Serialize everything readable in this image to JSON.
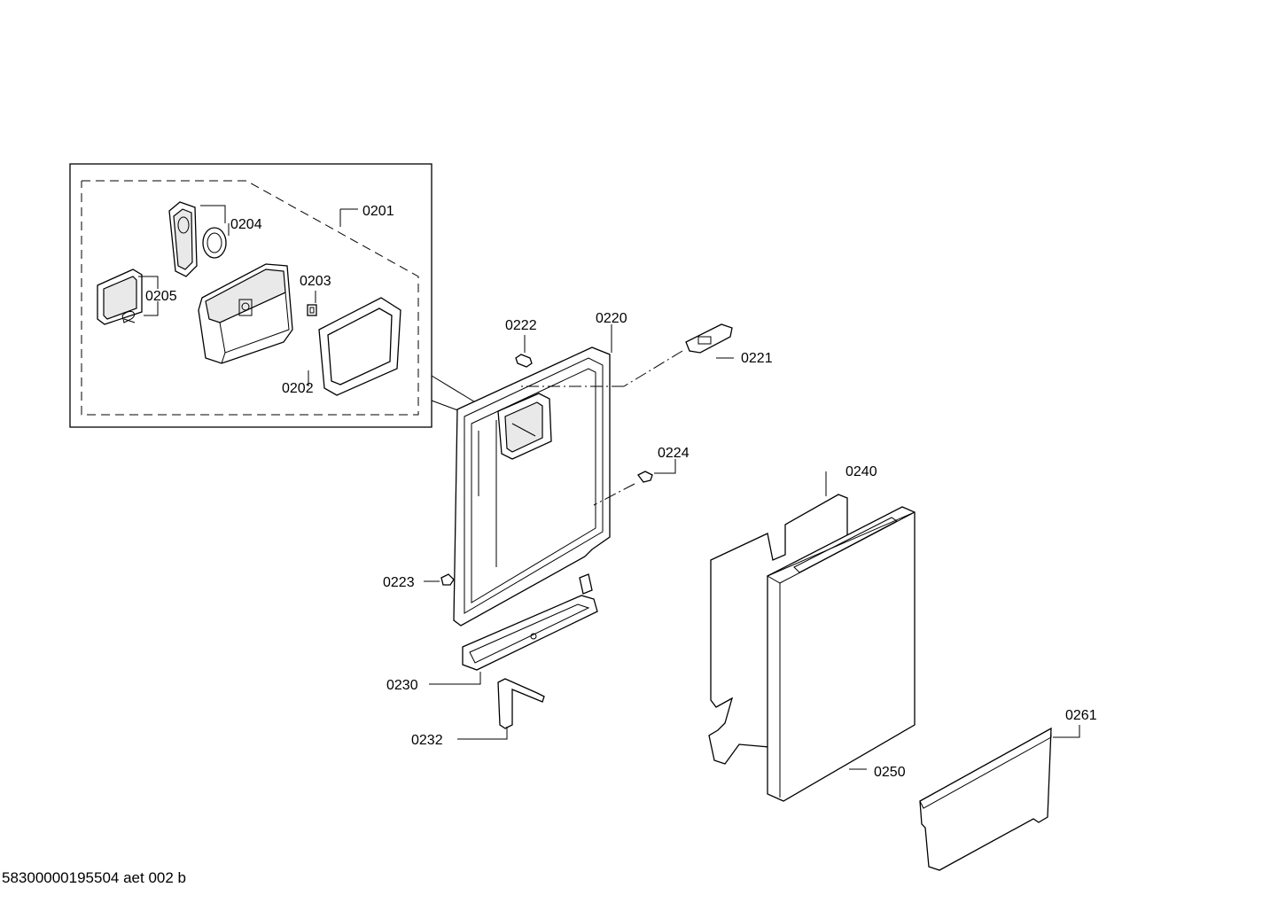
{
  "labels": {
    "p0201": "0201",
    "p0202": "0202",
    "p0203": "0203",
    "p0204": "0204",
    "p0205": "0205",
    "p0220": "0220",
    "p0221": "0221",
    "p0222": "0222",
    "p0223": "0223",
    "p0224": "0224",
    "p0230": "0230",
    "p0232": "0232",
    "p0240": "0240",
    "p0250": "0250",
    "p0261": "0261"
  },
  "footer": {
    "drawing_id": "58300000195504 aet 002 b"
  }
}
